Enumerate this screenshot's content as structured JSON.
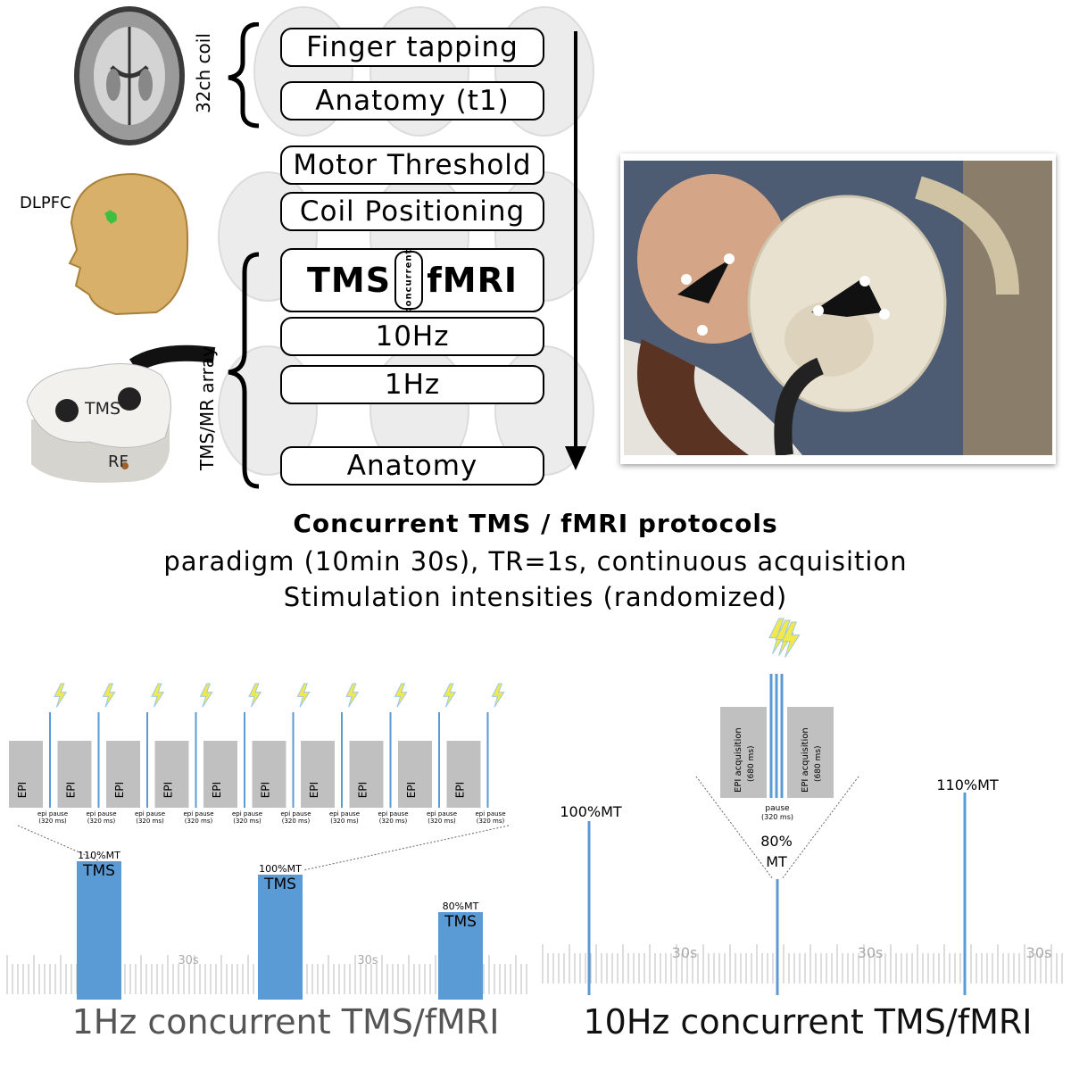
{
  "protocol_column": {
    "steps": [
      "Finger tapping",
      "Anatomy (t1)",
      "Motor Threshold",
      "Coil Positioning"
    ],
    "tms_label": "TMS",
    "concurrent_label": "concurrent",
    "fmri_label": "fMRI",
    "freq_steps": [
      "10Hz",
      "1Hz"
    ],
    "final_step": "Anatomy",
    "coil_32ch_label": "32ch coil",
    "array_label": "TMS/MR array",
    "dlpfc_label": "DLPFC",
    "device_tms_label": "TMS",
    "device_rf_label": "RF"
  },
  "captions": {
    "title": "Concurrent TMS / fMRI protocols",
    "line2": "paradigm (10min 30s), TR=1s, continuous acquisition",
    "line3": "Stimulation intensities (randomized)"
  },
  "diagram_1hz": {
    "epi_label": "EPI",
    "pause_label_1": "epi pause",
    "pause_label_2": "(320 ms)",
    "blocks": [
      {
        "intensity": "110%MT",
        "label": "TMS"
      },
      {
        "intensity": "100%MT",
        "label": "TMS"
      },
      {
        "intensity": "80%MT",
        "label": "TMS"
      }
    ],
    "interval_label": "30s",
    "title": "1Hz concurrent TMS/fMRI"
  },
  "diagram_10hz": {
    "epi_label": "EPI acquisition",
    "epi_duration": "(680 ms)",
    "pause_label": "pause",
    "pause_duration": "(320 ms)",
    "markers": [
      "100%MT",
      "80%",
      "MT",
      "110%MT"
    ],
    "interval_label": "30s",
    "title": "10Hz concurrent TMS/fMRI"
  },
  "colors": {
    "tms_blue": "#5b9bd5",
    "epi_gray": "#c0c0c0",
    "bolt_yellow": "#f2e84b"
  }
}
